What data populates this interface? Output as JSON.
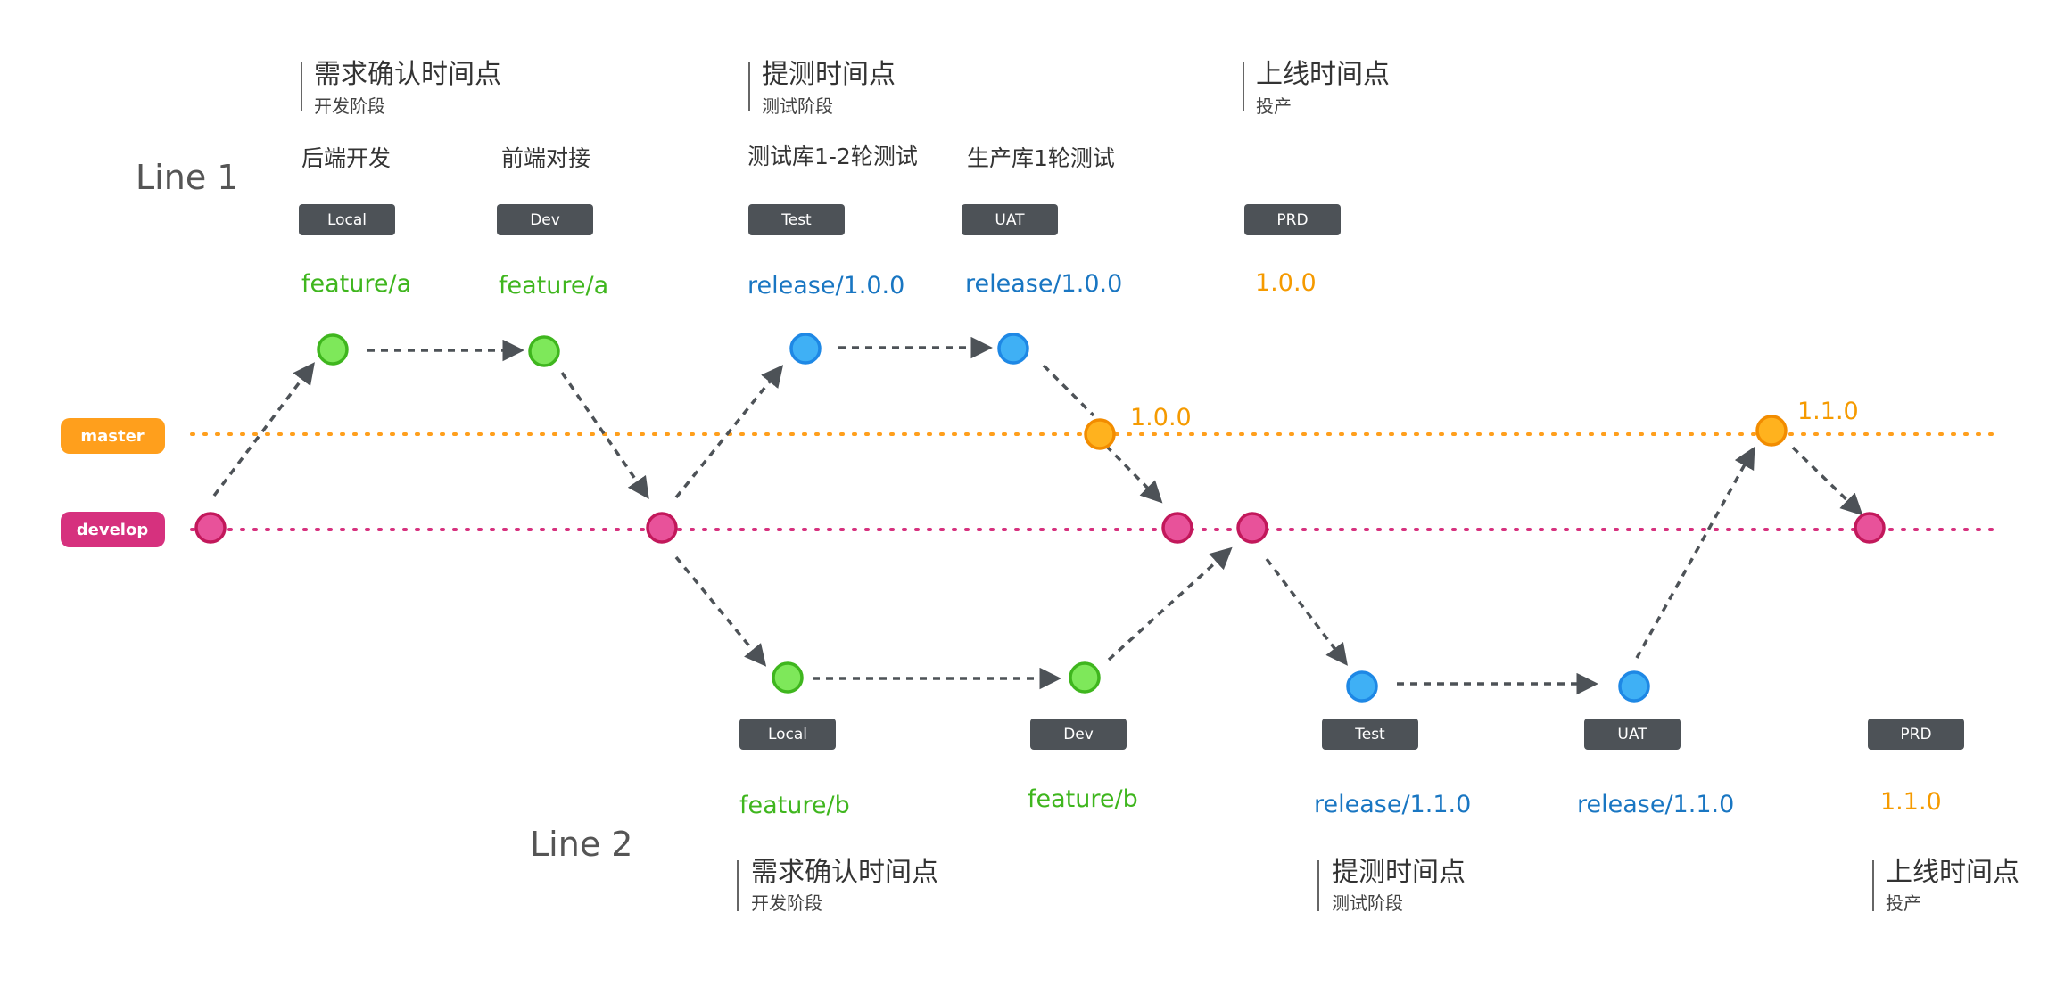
{
  "colors": {
    "master": "#ff9f1c",
    "develop": "#d6317e",
    "feature": "#3fb61e",
    "feature_node": "#7ee85a",
    "release": "#1976c2",
    "release_node": "#3fb0f5",
    "version": "#f59a00",
    "env_box": "#4d5257",
    "arrow": "#4d5257"
  },
  "branches": {
    "master": "master",
    "develop": "develop"
  },
  "line1": {
    "label": "Line 1",
    "phases": [
      {
        "title": "需求确认时间点",
        "sub": "开发阶段"
      },
      {
        "title": "提测时间点",
        "sub": "测试阶段"
      },
      {
        "title": "上线时间点",
        "sub": "投产"
      }
    ],
    "tasks": [
      "后端开发",
      "前端对接",
      "测试库1-2轮测试",
      "生产库1轮测试"
    ],
    "envs": [
      "Local",
      "Dev",
      "Test",
      "UAT",
      "PRD"
    ],
    "branch_labels": [
      "feature/a",
      "feature/a",
      "release/1.0.0",
      "release/1.0.0",
      "1.0.0"
    ],
    "master_tag": "1.0.0"
  },
  "line2": {
    "label": "Line 2",
    "phases": [
      {
        "title": "需求确认时间点",
        "sub": "开发阶段"
      },
      {
        "title": "提测时间点",
        "sub": "测试阶段"
      },
      {
        "title": "上线时间点",
        "sub": "投产"
      }
    ],
    "envs": [
      "Local",
      "Dev",
      "Test",
      "UAT",
      "PRD"
    ],
    "branch_labels": [
      "feature/b",
      "feature/b",
      "release/1.1.0",
      "release/1.1.0",
      "1.1.0"
    ],
    "master_tag": "1.1.0"
  }
}
